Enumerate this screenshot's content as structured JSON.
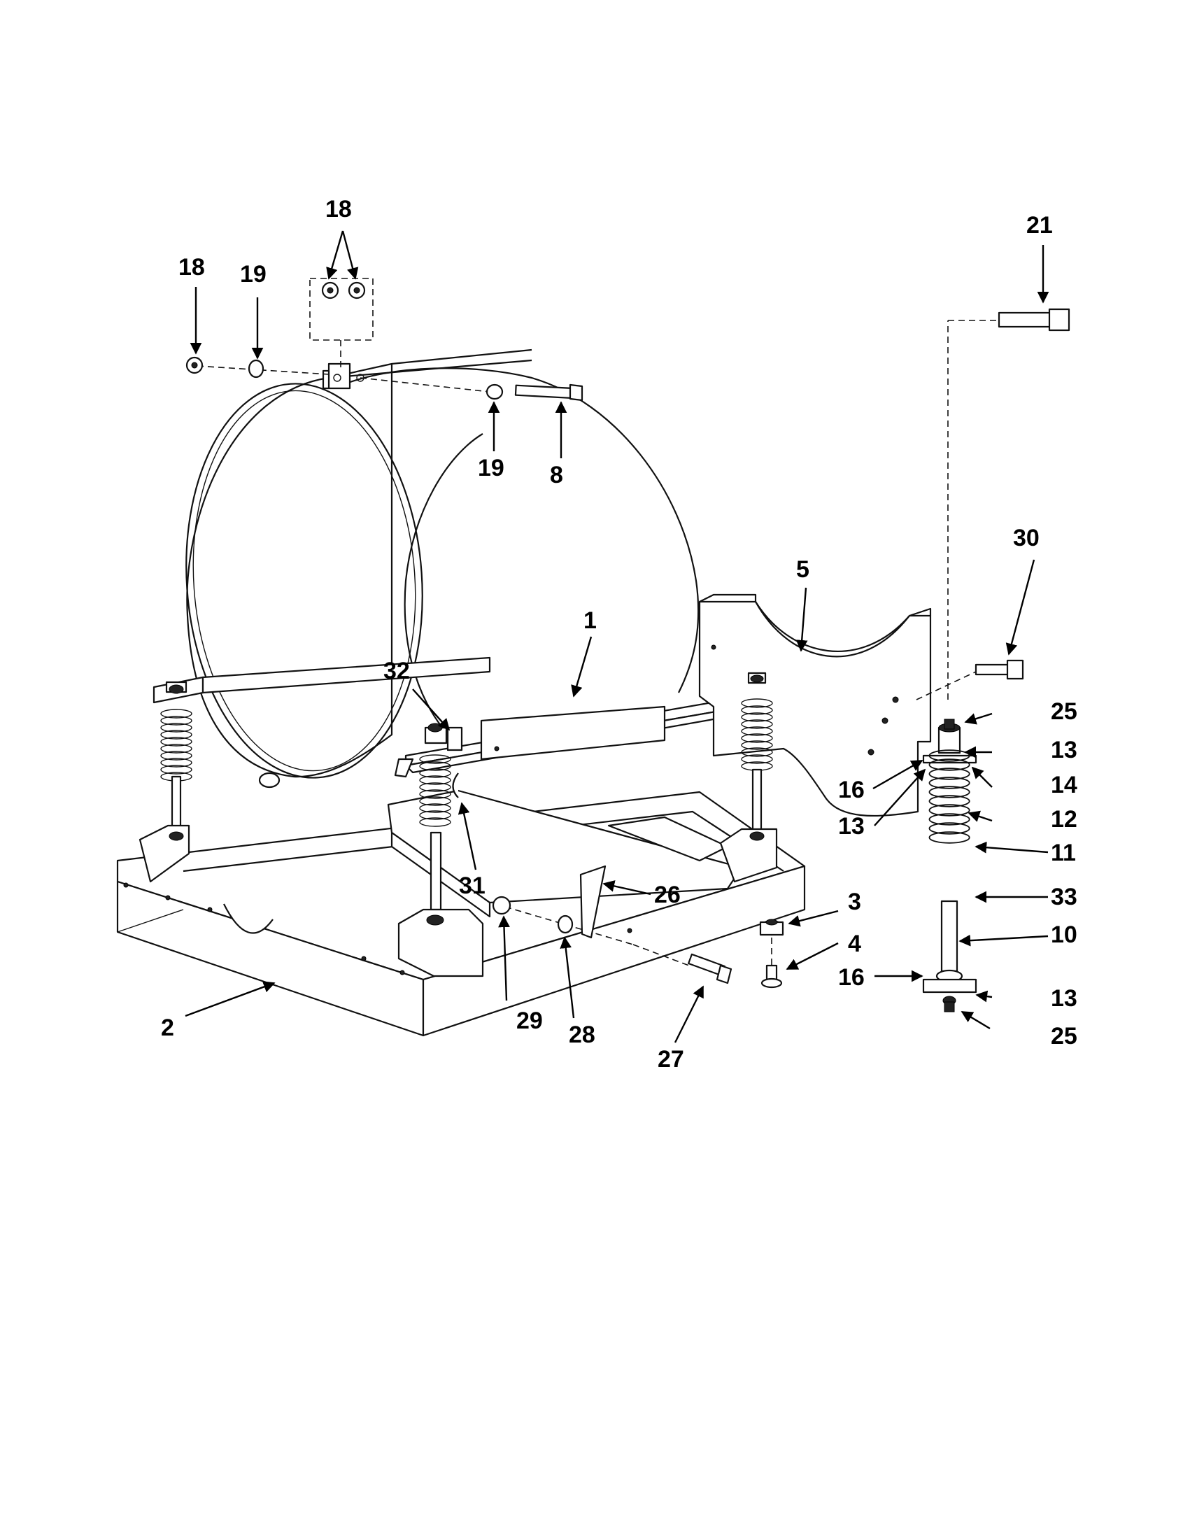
{
  "callouts": [
    {
      "id": "c1",
      "text": "1"
    },
    {
      "id": "c2",
      "text": "2"
    },
    {
      "id": "c3",
      "text": "3"
    },
    {
      "id": "c4",
      "text": "4"
    },
    {
      "id": "c5",
      "text": "5"
    },
    {
      "id": "c8",
      "text": "8"
    },
    {
      "id": "c10",
      "text": "10"
    },
    {
      "id": "c11",
      "text": "11"
    },
    {
      "id": "c12",
      "text": "12"
    },
    {
      "id": "c13a",
      "text": "13"
    },
    {
      "id": "c13b",
      "text": "13"
    },
    {
      "id": "c13c",
      "text": "13"
    },
    {
      "id": "c14",
      "text": "14"
    },
    {
      "id": "c16a",
      "text": "16"
    },
    {
      "id": "c16b",
      "text": "16"
    },
    {
      "id": "c18a",
      "text": "18"
    },
    {
      "id": "c18b",
      "text": "18"
    },
    {
      "id": "c19a",
      "text": "19"
    },
    {
      "id": "c19b",
      "text": "19"
    },
    {
      "id": "c21",
      "text": "21"
    },
    {
      "id": "c25a",
      "text": "25"
    },
    {
      "id": "c25b",
      "text": "25"
    },
    {
      "id": "c26",
      "text": "26"
    },
    {
      "id": "c27",
      "text": "27"
    },
    {
      "id": "c28",
      "text": "28"
    },
    {
      "id": "c29",
      "text": "29"
    },
    {
      "id": "c30",
      "text": "30"
    },
    {
      "id": "c31",
      "text": "31"
    },
    {
      "id": "c32",
      "text": "32"
    },
    {
      "id": "c33",
      "text": "33"
    }
  ],
  "colors": {
    "line": "#111111",
    "background": "#ffffff"
  }
}
